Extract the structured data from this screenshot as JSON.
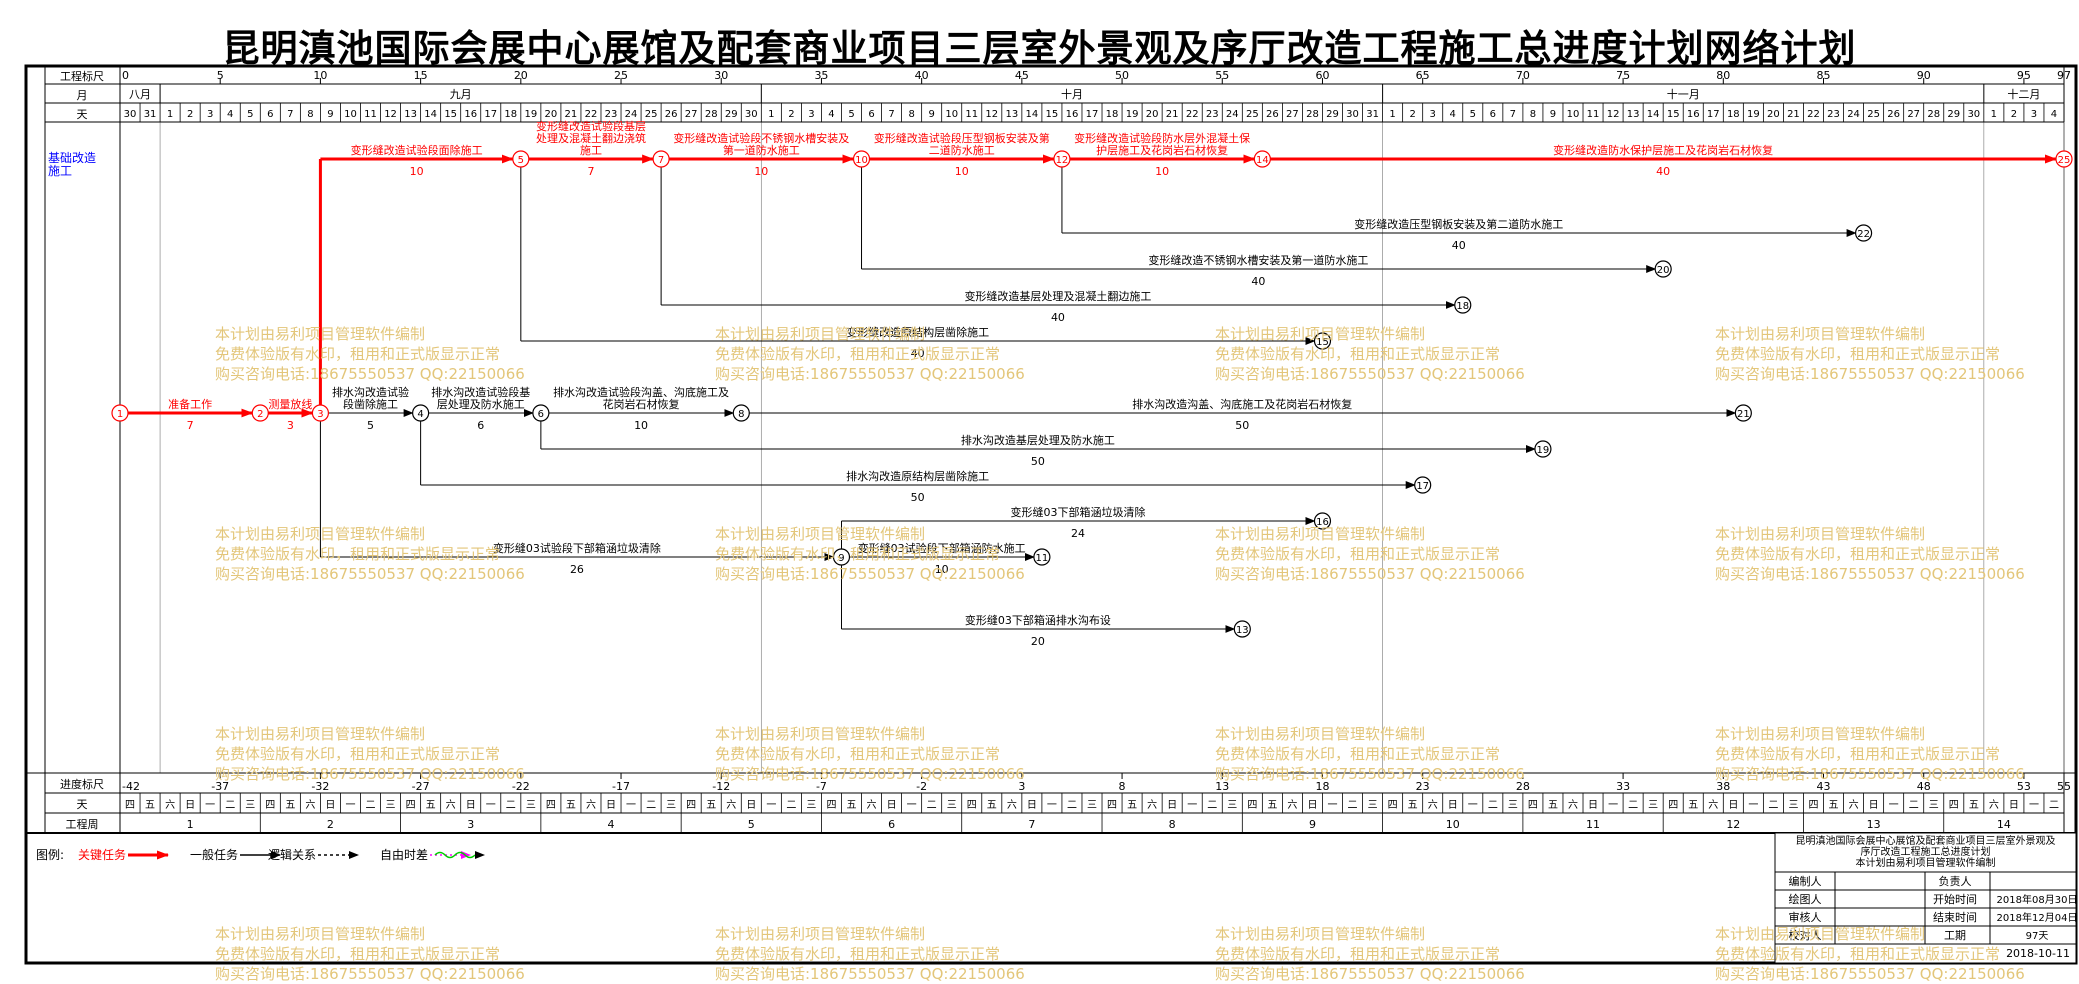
{
  "title": "昆明滇池国际会展中心展馆及配套商业项目三层室外景观及序厅改造工程施工总进度计划网络计划",
  "scale_label": "工程标尺",
  "scale_ticks": [
    "0",
    "5",
    "10",
    "15",
    "20",
    "25",
    "30",
    "35",
    "40",
    "45",
    "50",
    "55",
    "60",
    "65",
    "70",
    "75",
    "80",
    "85",
    "90",
    "95",
    "97"
  ],
  "month_label": "月",
  "months": [
    {
      "label": "八月",
      "start": 0,
      "end": 2
    },
    {
      "label": "九月",
      "start": 2,
      "end": 32
    },
    {
      "label": "十月",
      "start": 32,
      "end": 63
    },
    {
      "label": "十一月",
      "start": 63,
      "end": 93
    },
    {
      "label": "十二月",
      "start": 93,
      "end": 97
    }
  ],
  "day_label": "天",
  "day_numbers_start": [
    30,
    31
  ],
  "section_label": "基础改造施工",
  "progress_label": "进度标尺",
  "progress_ticks": [
    "-42",
    "-37",
    "-32",
    "-27",
    "-22",
    "-17",
    "-12",
    "-7",
    "-2",
    "3",
    "8",
    "13",
    "18",
    "23",
    "28",
    "33",
    "38",
    "43",
    "48",
    "53",
    "55"
  ],
  "weekday_label": "天",
  "weekdays": [
    "四",
    "五",
    "六",
    "日",
    "一",
    "二",
    "三"
  ],
  "week_label": "工程周",
  "weeks": [
    "1",
    "2",
    "3",
    "4",
    "5",
    "6",
    "7",
    "8",
    "9",
    "10",
    "11",
    "12",
    "13",
    "14"
  ],
  "nodes": [
    {
      "id": "1",
      "t": 0,
      "row": 8
    },
    {
      "id": "2",
      "t": 7,
      "row": 8
    },
    {
      "id": "3",
      "t": 10,
      "row": 8
    },
    {
      "id": "4",
      "t": 15,
      "row": 8
    },
    {
      "id": "5",
      "t": 20,
      "row": 1
    },
    {
      "id": "6",
      "t": 21,
      "row": 8
    },
    {
      "id": "7",
      "t": 27,
      "row": 1
    },
    {
      "id": "8",
      "t": 31,
      "row": 8
    },
    {
      "id": "9",
      "t": 36,
      "row": 12
    },
    {
      "id": "10",
      "t": 37,
      "row": 1
    },
    {
      "id": "11",
      "t": 46,
      "row": 12
    },
    {
      "id": "12",
      "t": 47,
      "row": 1
    },
    {
      "id": "13",
      "t": 56,
      "row": 14
    },
    {
      "id": "14",
      "t": 57,
      "row": 1
    },
    {
      "id": "15",
      "t": 60,
      "row": 6
    },
    {
      "id": "16",
      "t": 60,
      "row": 11
    },
    {
      "id": "17",
      "t": 65,
      "row": 10
    },
    {
      "id": "18",
      "t": 67,
      "row": 5
    },
    {
      "id": "19",
      "t": 71,
      "row": 9
    },
    {
      "id": "20",
      "t": 77,
      "row": 4
    },
    {
      "id": "21",
      "t": 81,
      "row": 8
    },
    {
      "id": "22",
      "t": 87,
      "row": 3
    },
    {
      "id": "25",
      "t": 97,
      "row": 1
    }
  ],
  "activities": [
    {
      "from": "1",
      "to": "2",
      "label": "准备工作",
      "dur": "7",
      "critical": true
    },
    {
      "from": "2",
      "to": "3",
      "label": "测量放线",
      "dur": "3",
      "critical": true
    },
    {
      "from": "3",
      "to": "5",
      "label": "变形缝改造试验段面除施工",
      "dur": "10",
      "critical": true
    },
    {
      "from": "5",
      "to": "7",
      "label": "变形缝改造试验段基层处理及混凝土翻边浇筑施工",
      "dur": "7",
      "critical": true
    },
    {
      "from": "7",
      "to": "10",
      "label": "变形缝改造试验段不锈钢水槽安装及第一道防水施工",
      "dur": "10",
      "critical": true
    },
    {
      "from": "10",
      "to": "12",
      "label": "变形缝改造试验段压型钢板安装及第二道防水施工",
      "dur": "10",
      "critical": true
    },
    {
      "from": "12",
      "to": "14",
      "label": "变形缝改造试验段防水层外混凝土保护层施工及花岗岩石材恢复",
      "dur": "10",
      "critical": true
    },
    {
      "from": "14",
      "to": "25",
      "label": "变形缝改造防水保护层施工及花岗岩石材恢复",
      "dur": "40",
      "critical": true
    },
    {
      "from": "12",
      "to": "22",
      "label": "变形缝改造压型钢板安装及第二道防水施工",
      "dur": "40",
      "critical": false
    },
    {
      "from": "10",
      "to": "20",
      "label": "变形缝改造不锈钢水槽安装及第一道防水施工",
      "dur": "40",
      "critical": false
    },
    {
      "from": "7",
      "to": "18",
      "label": "变形缝改造基层处理及混凝土翻边施工",
      "dur": "40",
      "critical": false
    },
    {
      "from": "5",
      "to": "15",
      "label": "变形缝改造原结构层凿除施工",
      "dur": "40",
      "critical": false
    },
    {
      "from": "3",
      "to": "4",
      "label": "排水沟改造试验段凿除施工",
      "dur": "5",
      "critical": false
    },
    {
      "from": "4",
      "to": "6",
      "label": "排水沟改造试验段基层处理及防水施工",
      "dur": "6",
      "critical": false
    },
    {
      "from": "6",
      "to": "8",
      "label": "排水沟改造试验段沟盖、沟底施工及花岗岩石材恢复",
      "dur": "10",
      "critical": false
    },
    {
      "from": "8",
      "to": "21",
      "label": "排水沟改造沟盖、沟底施工及花岗岩石材恢复",
      "dur": "50",
      "critical": false
    },
    {
      "from": "6",
      "to": "19",
      "label": "排水沟改造基层处理及防水施工",
      "dur": "50",
      "critical": false
    },
    {
      "from": "4",
      "to": "17",
      "label": "排水沟改造原结构层凿除施工",
      "dur": "50",
      "critical": false
    },
    {
      "from": "3",
      "to": "9",
      "label": "变形缝03试验段下部箱涵垃圾清除",
      "dur": "26",
      "critical": false
    },
    {
      "from": "9",
      "to": "11",
      "label": "变形缝03试验段下部箱涵防水施工",
      "dur": "10",
      "critical": false
    },
    {
      "from": "9",
      "to": "13",
      "label": "变形缝03下部箱涵排水沟布设",
      "dur": "20",
      "critical": false
    },
    {
      "from": "9",
      "to": "16",
      "label": "变形缝03下部箱涵垃圾清除",
      "dur": "24",
      "critical": false
    }
  ],
  "legend": {
    "title": "图例:",
    "items": [
      {
        "label": "关键任务",
        "color": "#ff0000"
      },
      {
        "label": "一般任务",
        "color": "#000000"
      },
      {
        "label": "逻辑关系",
        "color": "#000000"
      },
      {
        "label": "自由时差",
        "color": "#ff00ff"
      }
    ]
  },
  "info_box": {
    "title_line1": "昆明滇池国际会展中心展馆及配套商业项目三层室外景观及序厅改造工程施工总进度计划",
    "title_line2": "本计划由易利项目管理软件编制",
    "rows": [
      {
        "left": "编制人",
        "right_label": "负责人",
        "right_value": ""
      },
      {
        "left": "绘图人",
        "right_label": "开始时间",
        "right_value": "2018年08月30日"
      },
      {
        "left": "审核人",
        "right_label": "结束时间",
        "right_value": "2018年12月04日"
      },
      {
        "left": "校对人",
        "right_label": "工期",
        "right_value": "97天"
      }
    ],
    "date": "2018-10-11"
  },
  "watermark": {
    "line1": "本计划由易利项目管理软件编制",
    "line2": "免费体验版有水印，租用和正式版显示正常",
    "line3": "购买咨询电话:18675550537 QQ:22150066"
  },
  "colors": {
    "critical": "#ff0000",
    "normal": "#000000",
    "section": "#0000ff",
    "watermark": "#e3c67a"
  }
}
